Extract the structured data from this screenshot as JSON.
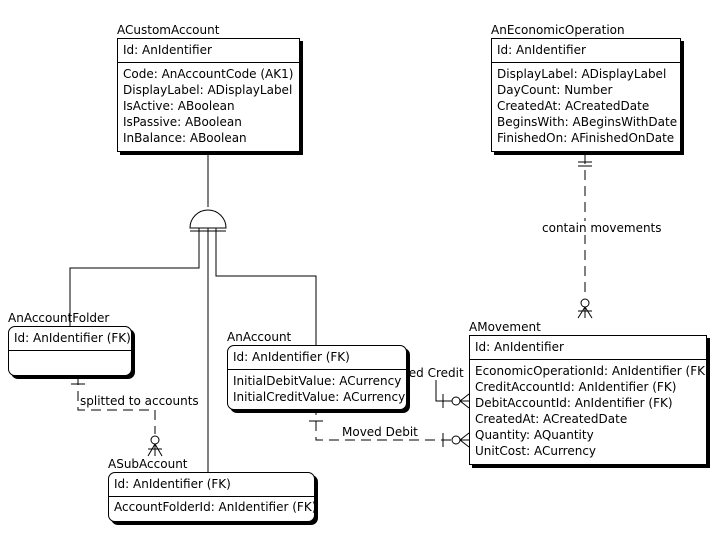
{
  "entities": {
    "custom_account": {
      "name": "ACustomAccount",
      "pk": "Id: AnIdentifier",
      "attrs": [
        "Code: AnAccountCode (AK1)",
        "DisplayLabel: ADisplayLabel",
        "IsActive: ABoolean",
        "IsPassive: ABoolean",
        "InBalance: ABoolean"
      ]
    },
    "economic_operation": {
      "name": "AnEconomicOperation",
      "pk": "Id: AnIdentifier",
      "attrs": [
        "DisplayLabel: ADisplayLabel",
        "DayCount: Number",
        "CreatedAt: ACreatedDate",
        "BeginsWith: ABeginsWithDate",
        "FinishedOn: AFinishedOnDate"
      ]
    },
    "account_folder": {
      "name": "AnAccountFolder",
      "pk": "Id: AnIdentifier (FK)",
      "attrs": []
    },
    "account": {
      "name": "AnAccount",
      "pk": "Id: AnIdentifier (FK)",
      "attrs": [
        "InitialDebitValue: ACurrency",
        "InitialCreditValue: ACurrency"
      ]
    },
    "movement": {
      "name": "AMovement",
      "pk": "Id: AnIdentifier",
      "attrs": [
        "EconomicOperationId: AnIdentifier (FK)",
        "CreditAccountId: AnIdentifier (FK)",
        "DebitAccountId: AnIdentifier (FK)",
        "CreatedAt: ACreatedDate",
        "Quantity: AQuantity",
        "UnitCost: ACurrency"
      ]
    },
    "sub_account": {
      "name": "ASubAccount",
      "pk": "Id: AnIdentifier (FK)",
      "attrs": [
        "AccountFolderId: AnIdentifier (FK)"
      ]
    }
  },
  "relationships": {
    "contain_movements": "contain movements",
    "splitted_to_accounts": "splitted to accounts",
    "moved_credit": "Moved Credit",
    "moved_debit": "Moved Debit"
  }
}
